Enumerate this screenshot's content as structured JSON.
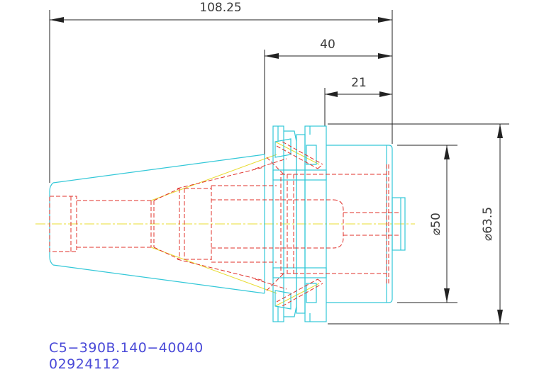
{
  "drawing": {
    "dimensions": {
      "overall_length": "108.25",
      "flange_length": "40",
      "shank_length": "21",
      "inner_diameter": "⌀50",
      "outer_diameter": "⌀63.5"
    },
    "part_code": "C5−390B.140−40040",
    "part_number": "02924112",
    "colors": {
      "outline": "#34c8d8",
      "hidden": "#e0302a",
      "center": "#e8dc32",
      "dimension": "#222222",
      "label": "#4a4ad8"
    }
  }
}
